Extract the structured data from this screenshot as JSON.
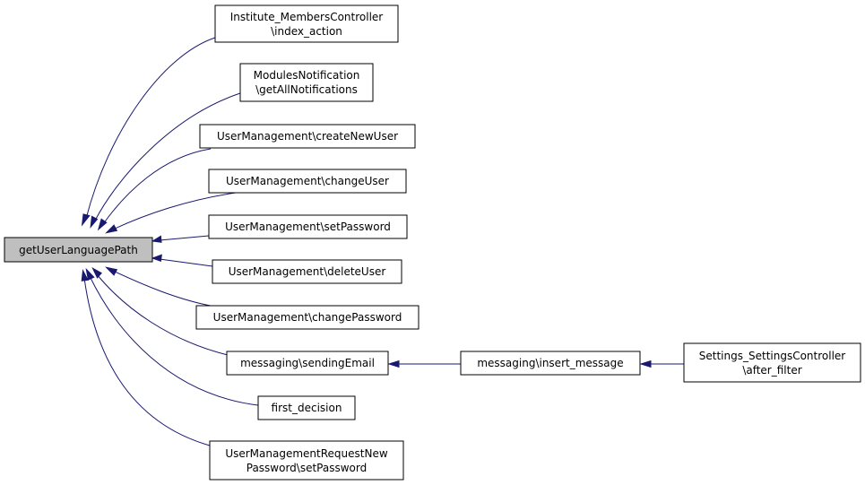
{
  "diagram": {
    "focus": "getUserLanguagePath",
    "nodes": [
      {
        "id": "getUserLanguagePath",
        "lines": [
          "getUserLanguagePath"
        ]
      },
      {
        "id": "institute",
        "lines": [
          "Institute_MembersController",
          "\\index_action"
        ]
      },
      {
        "id": "modules",
        "lines": [
          "ModulesNotification",
          "\\getAllNotifications"
        ]
      },
      {
        "id": "createNewUser",
        "lines": [
          "UserManagement\\createNewUser"
        ]
      },
      {
        "id": "changeUser",
        "lines": [
          "UserManagement\\changeUser"
        ]
      },
      {
        "id": "setPassword",
        "lines": [
          "UserManagement\\setPassword"
        ]
      },
      {
        "id": "deleteUser",
        "lines": [
          "UserManagement\\deleteUser"
        ]
      },
      {
        "id": "changePassword",
        "lines": [
          "UserManagement\\changePassword"
        ]
      },
      {
        "id": "sendingEmail",
        "lines": [
          "messaging\\sendingEmail"
        ]
      },
      {
        "id": "firstDecision",
        "lines": [
          "first_decision"
        ]
      },
      {
        "id": "requestNew",
        "lines": [
          "UserManagementRequestNew",
          "Password\\setPassword"
        ]
      },
      {
        "id": "insertMessage",
        "lines": [
          "messaging\\insert_message"
        ]
      },
      {
        "id": "settings",
        "lines": [
          "Settings_SettingsController",
          "\\after_filter"
        ]
      }
    ],
    "edges": [
      {
        "from": "institute",
        "to": "getUserLanguagePath"
      },
      {
        "from": "modules",
        "to": "getUserLanguagePath"
      },
      {
        "from": "createNewUser",
        "to": "getUserLanguagePath"
      },
      {
        "from": "changeUser",
        "to": "getUserLanguagePath"
      },
      {
        "from": "setPassword",
        "to": "getUserLanguagePath"
      },
      {
        "from": "deleteUser",
        "to": "getUserLanguagePath"
      },
      {
        "from": "changePassword",
        "to": "getUserLanguagePath"
      },
      {
        "from": "sendingEmail",
        "to": "getUserLanguagePath"
      },
      {
        "from": "firstDecision",
        "to": "getUserLanguagePath"
      },
      {
        "from": "requestNew",
        "to": "getUserLanguagePath"
      },
      {
        "from": "insertMessage",
        "to": "sendingEmail"
      },
      {
        "from": "settings",
        "to": "insertMessage"
      }
    ],
    "colors": {
      "edge": "#191970",
      "focus_fill": "#bfbfbf",
      "node_fill": "#ffffff",
      "node_border": "#000000"
    }
  }
}
